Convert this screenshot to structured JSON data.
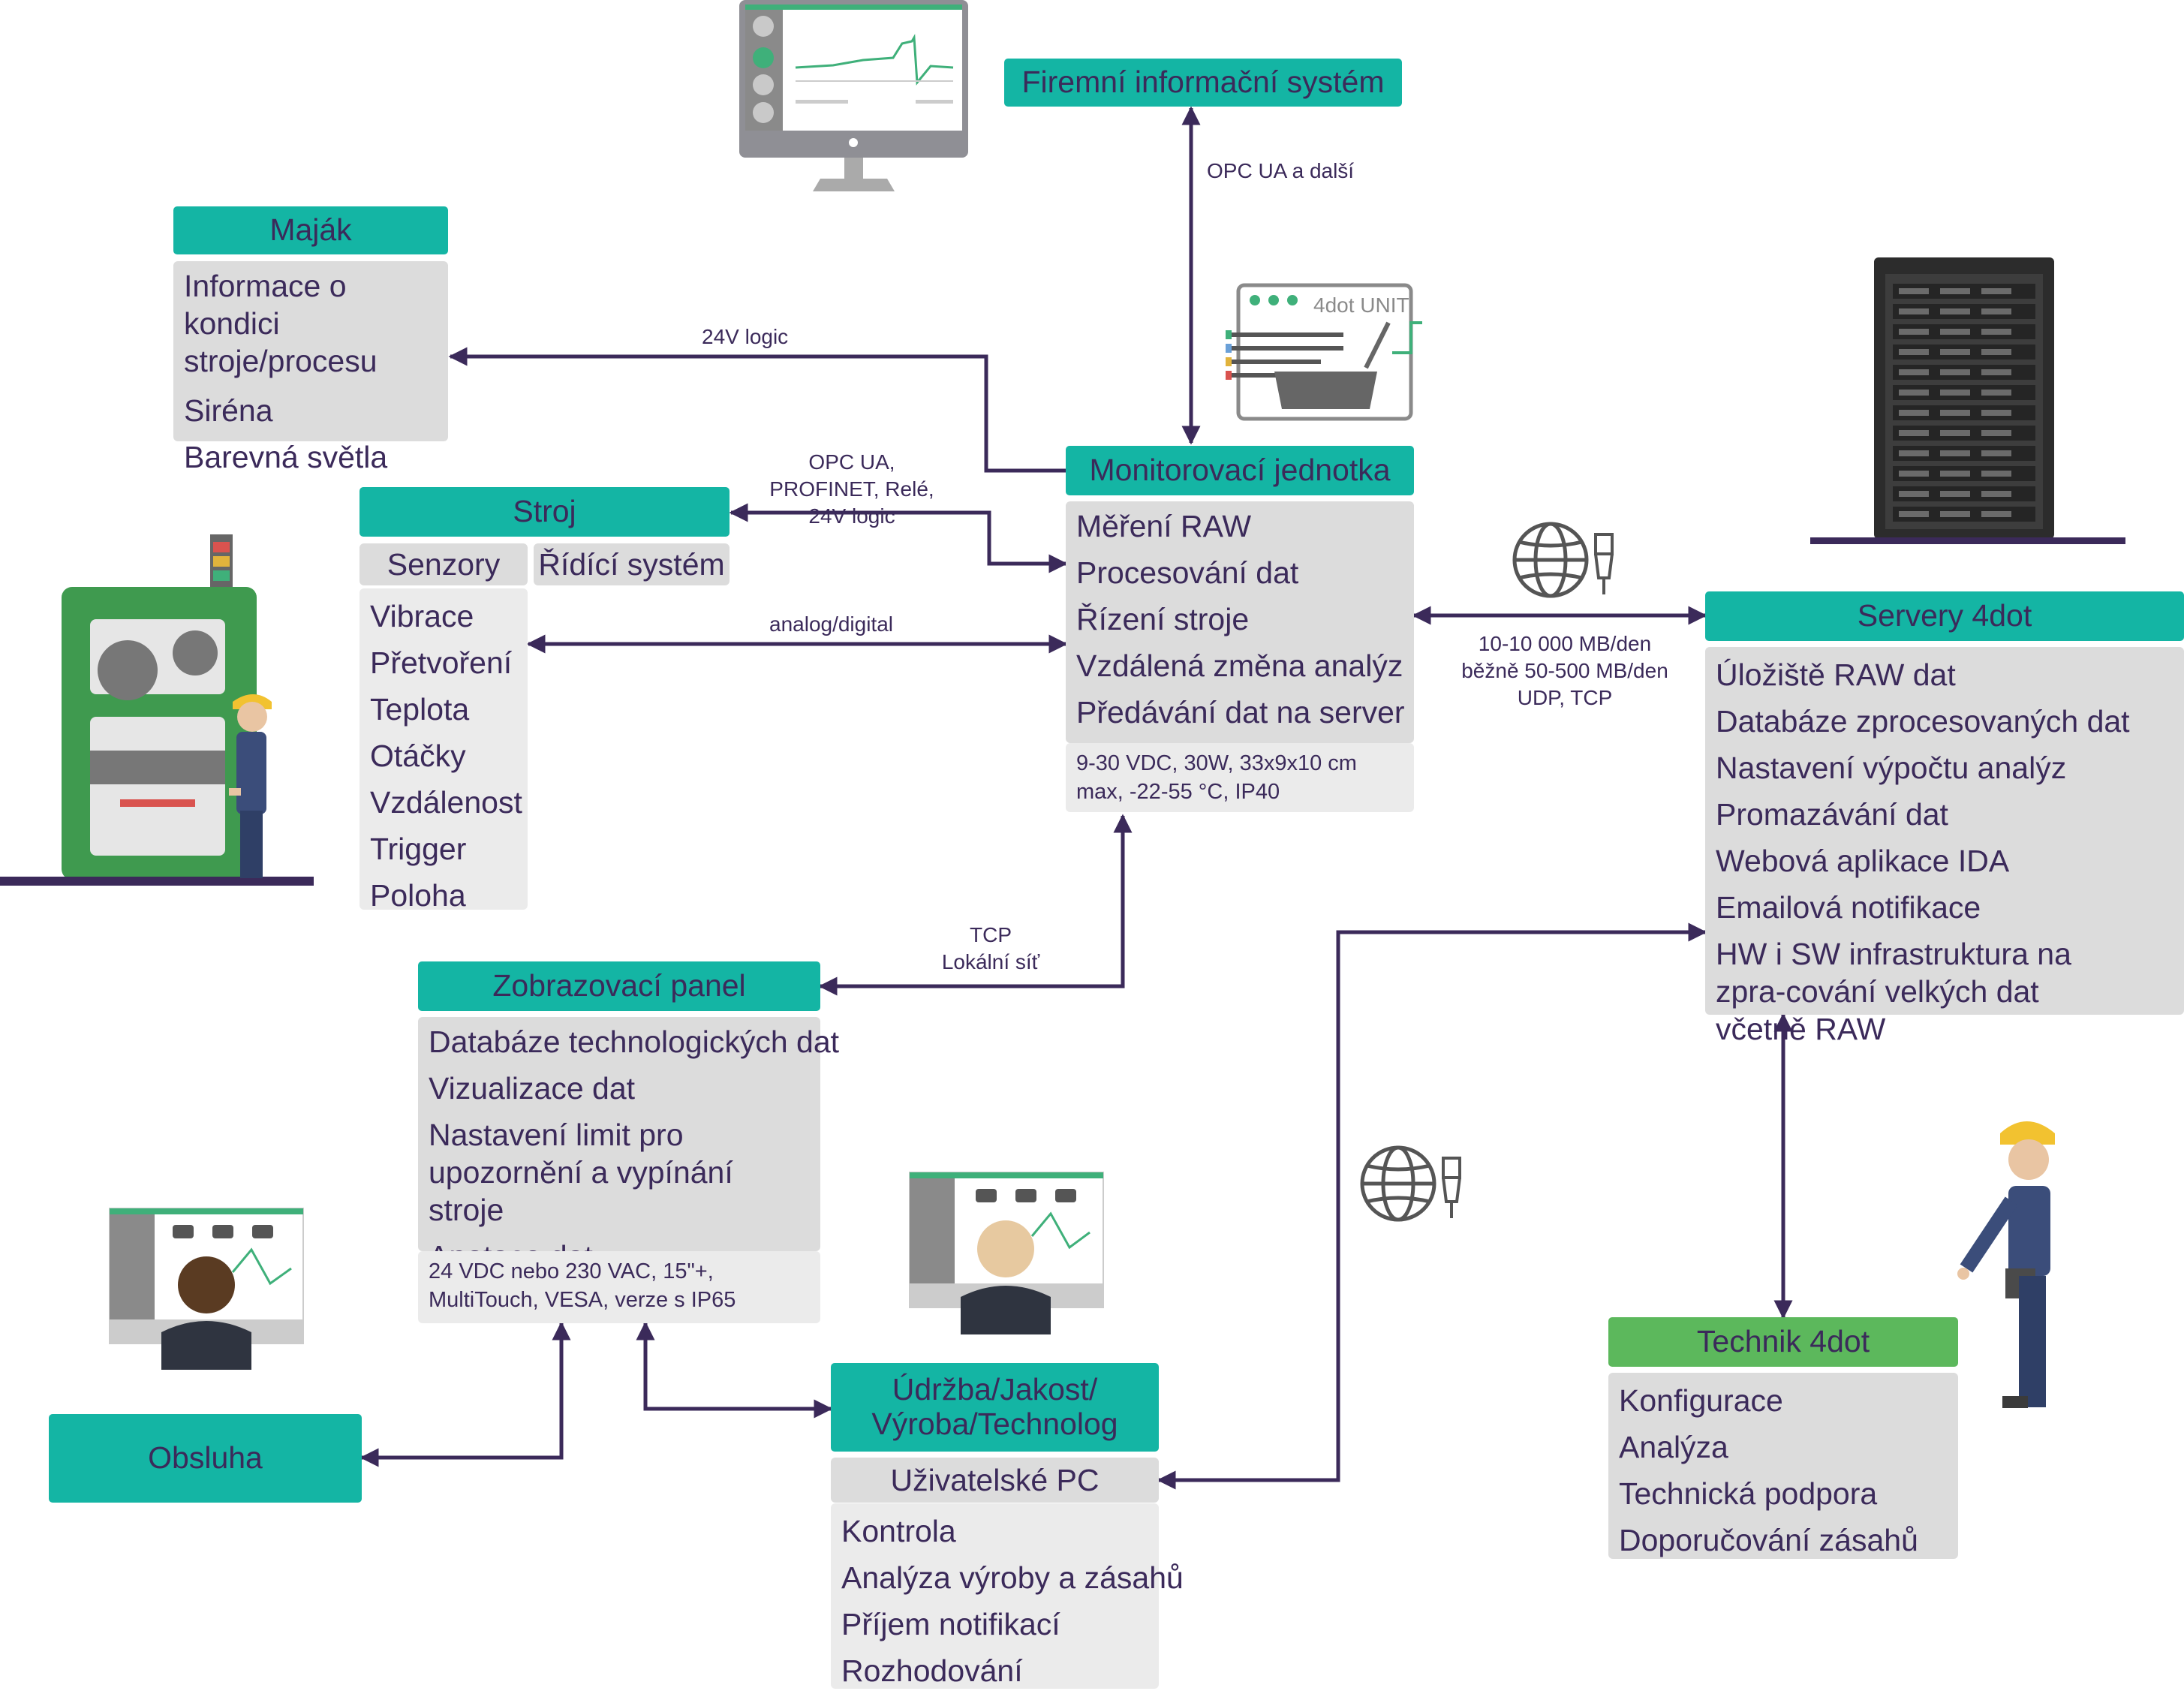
{
  "colors": {
    "teal": "#14b5a4",
    "green": "#5cb85c",
    "grey": "#dcdcdc",
    "line": "#3b2a5a",
    "text": "#3b2a5a"
  },
  "firemni": {
    "title": "Firemní informační systém"
  },
  "majak": {
    "title": "Maják",
    "items": [
      "Informace o kondici stroje/procesu",
      "Siréna",
      "Barevná světla"
    ]
  },
  "stroj": {
    "title": "Stroj",
    "senzory": "Senzory",
    "ridici": "Řídící systém",
    "items": [
      "Vibrace",
      "Přetvoření",
      "Teplota",
      "Otáčky",
      "Vzdálenost",
      "Trigger",
      "Poloha"
    ]
  },
  "unit": {
    "label": "4dot UNIT"
  },
  "monitor": {
    "title": "Monitorovací jednotka",
    "items": [
      "Měření RAW",
      "Procesování dat",
      "Řízení stroje",
      "Vzdálená změna analýz",
      "Předávání dat na server"
    ],
    "spec": "9-30 VDC, 30W, 33x9x10 cm max, -22-55 °C, IP40"
  },
  "servery": {
    "title": "Servery 4dot",
    "items": [
      "Úložiště RAW dat",
      "Databáze zprocesovaných dat",
      "Nastavení výpočtu analýz",
      "Promazávání dat",
      "Webová aplikace IDA",
      "Emailová notifikace",
      "HW i SW infrastruktura na zpra-cování velkých dat včetně RAW"
    ]
  },
  "zobrazovaci": {
    "title": "Zobrazovací panel",
    "items": [
      "Databáze technologických dat",
      "Vizualizace dat",
      "Nastavení limit pro upozornění a vypínání stroje",
      "Anotace dat"
    ],
    "spec": "24 VDC nebo 230 VAC, 15\"+, MultiTouch, VESA, verze s IP65"
  },
  "obsluha": {
    "title": "Obsluha"
  },
  "udrzba": {
    "title": "Údržba/Jakost/ Výroba/Technolog",
    "sub": "Uživatelské PC",
    "items": [
      "Kontrola",
      "Analýza výroby a zásahů",
      "Příjem notifikací",
      "Rozhodování"
    ]
  },
  "technik": {
    "title": "Technik 4dot",
    "items": [
      "Konfigurace",
      "Analýza",
      "Technická podpora",
      "Doporučování zásahů"
    ]
  },
  "labels": {
    "opc_ua_dalsi": "OPC UA a další",
    "logic24": "24V logic",
    "opc_profinet": "OPC UA, PROFINET, Relé, 24V logic",
    "analog": "analog/digital",
    "net": "10-10 000 MB/den běžně 50-500 MB/den UDP, TCP",
    "tcp": "TCP Lokální síť"
  },
  "icons": [
    "monitor-dashboard-icon",
    "4dot-unit-device-icon",
    "server-rack-icon",
    "globe-icon",
    "network-plug-icon",
    "press-machine-icon",
    "worker-icon",
    "user-pc-icon"
  ]
}
